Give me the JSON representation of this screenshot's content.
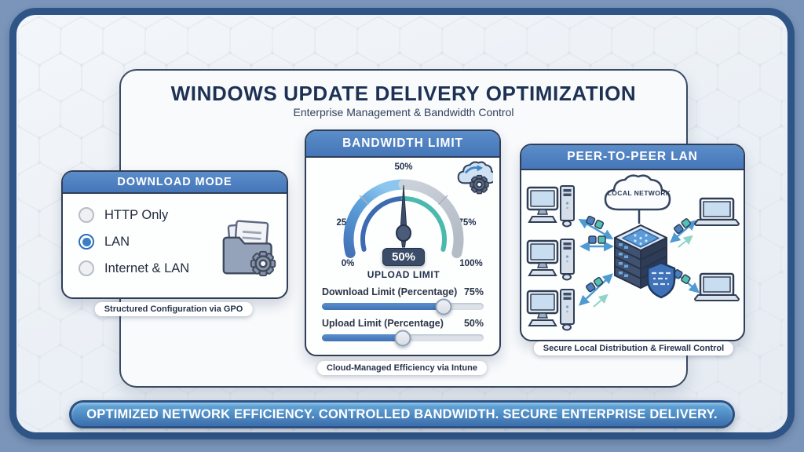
{
  "header": {
    "title": "WINDOWS UPDATE DELIVERY OPTIMIZATION",
    "subtitle": "Enterprise Management & Bandwidth Control"
  },
  "download_mode": {
    "title": "DOWNLOAD MODE",
    "options": [
      {
        "label": "HTTP Only",
        "selected": false
      },
      {
        "label": "LAN",
        "selected": true
      },
      {
        "label": "Internet & LAN",
        "selected": false
      }
    ],
    "caption": "Structured Configuration via GPO"
  },
  "bandwidth": {
    "title": "BANDWIDTH LIMIT",
    "gauge": {
      "ticks": [
        "0%",
        "25%",
        "50%",
        "75%",
        "100%"
      ],
      "value_label": "50%",
      "value_caption": "UPLOAD LIMIT",
      "value_percent": 50
    },
    "sliders": [
      {
        "label": "Download Limit (Percentage)",
        "value": "75%",
        "percent": 75
      },
      {
        "label": "Upload Limit (Percentage)",
        "value": "50%",
        "percent": 50
      }
    ],
    "caption": "Cloud-Managed Efficiency via Intune"
  },
  "p2p": {
    "title": "PEER-TO-PEER LAN",
    "cloud_label": "LOCAL NETWORK",
    "caption": "Secure Local Distribution & Firewall Control"
  },
  "footer": {
    "banner": "OPTIMIZED NETWORK EFFICIENCY. CONTROLLED BANDWIDTH. SECURE ENTERPRISE DELIVERY."
  },
  "colors": {
    "accent_blue": "#4e81c3",
    "teal": "#4cb9af",
    "navy": "#1d3154",
    "frame_border": "#2f5587",
    "gauge_gray": "#c2c9d2",
    "banner_top": "#66abdc",
    "banner_bottom": "#3b6eac"
  }
}
